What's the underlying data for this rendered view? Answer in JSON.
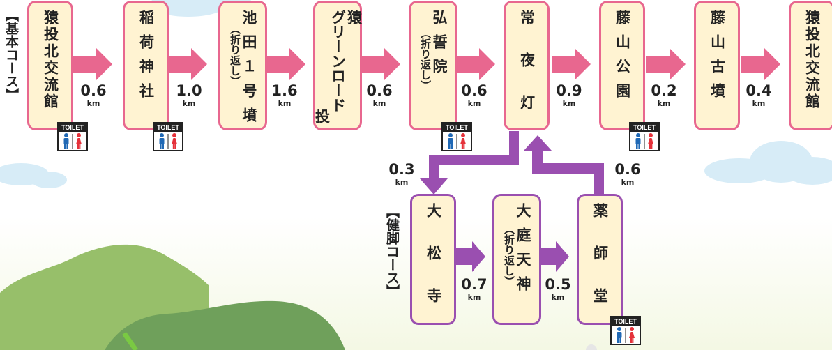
{
  "colors": {
    "basic_course": "#e8678f",
    "kenkyaku_course": "#9a4fb0",
    "node_fill": "#fff3d2",
    "male": "#1f68b5",
    "female": "#e5313a"
  },
  "courses": {
    "basic_label": "【基本コース】",
    "kenkyaku_label": "【健脚コース】"
  },
  "nodes": {
    "n1": {
      "name": "猿投北交流館"
    },
    "n2": {
      "name": "稲荷神社"
    },
    "n3": {
      "name": "池田１号墳",
      "note": "（折り返し）"
    },
    "n4": {
      "col1": "猿",
      "col2": "グリーンロード",
      "col3": "投"
    },
    "n5": {
      "name": "弘誓院",
      "note": "（折り返し）"
    },
    "n6": {
      "name": "常夜灯"
    },
    "n7": {
      "name": "藤山公園"
    },
    "n8": {
      "name": "藤山古墳"
    },
    "n9": {
      "name": "猿投北交流館"
    },
    "k1": {
      "name": "大松寺"
    },
    "k2": {
      "name": "大庭天神",
      "note": "（折り返し）"
    },
    "k3": {
      "name": "薬師堂"
    }
  },
  "distances": {
    "unit": "km",
    "d1": "0.6",
    "d2": "1.0",
    "d3": "1.6",
    "d4": "0.6",
    "d5": "0.6",
    "d6": "0.9",
    "d7": "0.2",
    "d8": "0.4",
    "k0": "0.3",
    "k1": "0.7",
    "k2": "0.5",
    "k3": "0.6"
  },
  "toilet": {
    "label": "TOILET",
    "icon": "restroom-icon"
  }
}
